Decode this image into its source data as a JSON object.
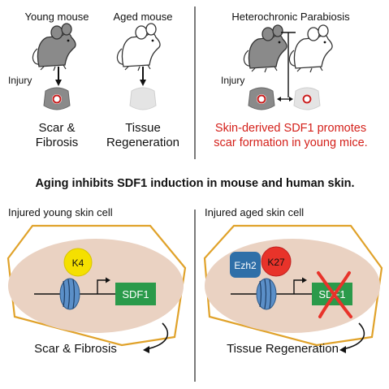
{
  "top_left": {
    "young_label": "Young mouse",
    "aged_label": "Aged mouse",
    "injury_label": "Injury",
    "young_outcome_line1": "Scar &",
    "young_outcome_line2": "Fibrosis",
    "aged_outcome_line1": "Tissue",
    "aged_outcome_line2": "Regeneration"
  },
  "top_right": {
    "title": "Heterochronic Parabiosis",
    "injury_label": "Injury",
    "result_line1": "Skin-derived SDF1 promotes",
    "result_line2": "scar formation in young mice."
  },
  "headline": "Aging inhibits SDF1 induction in mouse and human skin.",
  "bottom_left": {
    "title": "Injured young skin cell",
    "mark_label": "K4",
    "gene_label": "SDF1",
    "outcome": "Scar & Fibrosis"
  },
  "bottom_right": {
    "title": "Injured aged skin cell",
    "protein_label": "Ezh2",
    "mark_label": "K27",
    "gene_label": "SDF1",
    "outcome": "Tissue Regeneration"
  },
  "colors": {
    "highlight_text": "#d4201a",
    "cell_outline": "#e0a22a",
    "nucleus_fill": "#ead2c2",
    "gene_box": "#2a9a4a",
    "k4_circle": "#f5e000",
    "k27_circle": "#e8332a",
    "ezh2_box": "#2f6fa8",
    "nucleosome": "#5b8fc8",
    "young_mouse": "#8a8a8a",
    "aged_mouse": "#ffffff",
    "wound_young": "#8a8a8a",
    "wound_aged": "#e4e4e4"
  }
}
